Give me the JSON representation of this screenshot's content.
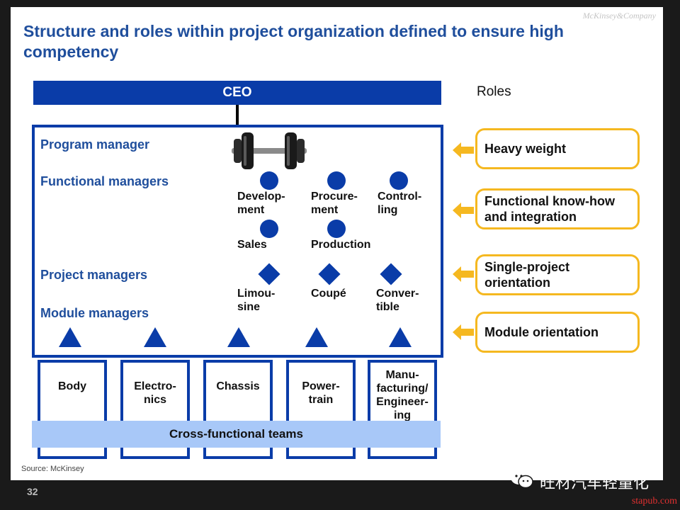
{
  "brand": "McKinsey&Company",
  "title": "Structure and roles within project organization defined to ensure high competency",
  "ceo": "CEO",
  "roles_heading": "Roles",
  "levels": {
    "program_manager": "Program manager",
    "functional_managers": "Functional managers",
    "project_managers": "Project managers",
    "module_managers": "Module managers"
  },
  "functional_nodes": [
    {
      "label": "Develop-\nment"
    },
    {
      "label": "Procure-\nment"
    },
    {
      "label": "Control-\nling"
    },
    {
      "label": "Sales"
    },
    {
      "label": "Production"
    }
  ],
  "project_nodes": [
    {
      "label": "Limou-\nsine"
    },
    {
      "label": "Coupé"
    },
    {
      "label": "Conver-\ntible"
    }
  ],
  "module_functions": [
    {
      "label": "Body"
    },
    {
      "label": "Electro-\nnics"
    },
    {
      "label": "Chassis"
    },
    {
      "label": "Power-\ntrain"
    },
    {
      "label": "Manu-\nfacturing/\nEngineer-\ning"
    }
  ],
  "cross_functional_teams": "Cross-functional teams",
  "roles": [
    {
      "label": "Heavy weight"
    },
    {
      "label": "Functional know-how\nand integration"
    },
    {
      "label": "Single-project\norientation"
    },
    {
      "label": "Module orientation"
    }
  ],
  "source": "Source: McKinsey",
  "page_number": "32",
  "watermark": "旺材汽车轻量化",
  "site_credit": "stapub.com",
  "colors": {
    "primary_blue": "#0a3ca8",
    "title_blue": "#1f4e9c",
    "team_light_blue": "#a8c8f8",
    "role_orange": "#f5b820"
  }
}
